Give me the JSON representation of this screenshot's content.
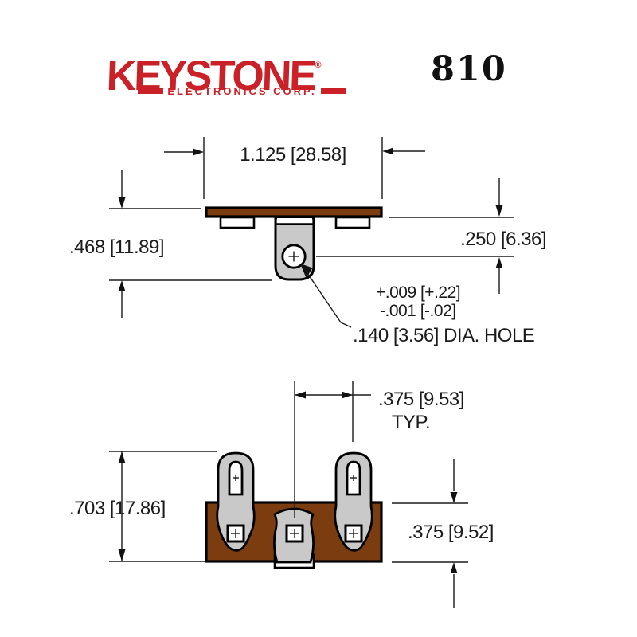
{
  "header": {
    "brand": "KEYSTONE",
    "brand_registered": "®",
    "brand_subtitle": "ELECTRONICS CORP.",
    "part_number": "810"
  },
  "colors": {
    "logo_red": "#c92127",
    "board_brown": "#7b3c10",
    "lug_gray": "#c9c9c9",
    "line_black": "#111111"
  },
  "top_view": {
    "width_dim": "1.125 [28.58]",
    "height_dim": ".468 [11.89]",
    "lug_offset_dim": ".250 [6.36]",
    "hole_tolerance_plus": "+.009 [+.22]",
    "hole_tolerance_minus": "-.001 [-.02]",
    "hole_dim": ".140 [3.56] DIA. HOLE"
  },
  "bottom_view": {
    "lug_spacing_dim": ".375 [9.53]",
    "lug_spacing_qualifier": "TYP.",
    "height_dim": ".703 [17.86]",
    "board_height_dim": ".375 [9.52]"
  }
}
